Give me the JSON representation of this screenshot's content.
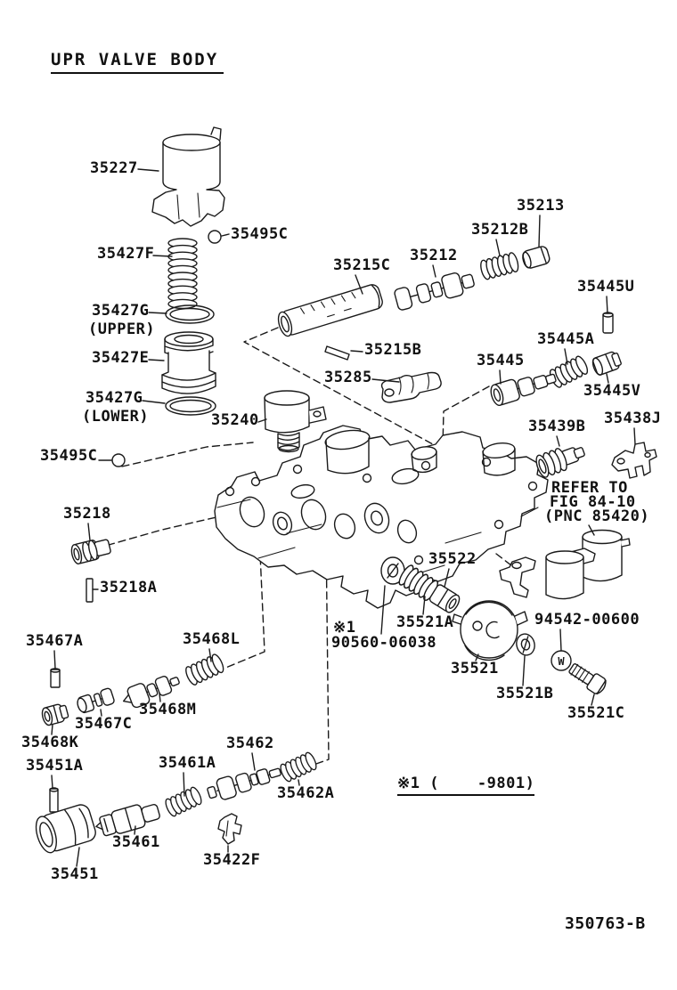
{
  "title": "UPR VALVE BODY",
  "drawing_number": "350763-B",
  "colors": {
    "ink": "#1a1a1a",
    "paper": "#ffffff"
  },
  "note": {
    "mark": "※1",
    "part": "90560-06038",
    "range": "※1 (    -9801)"
  },
  "refer": {
    "line1": "REFER TO",
    "line2": "FIG 84-10",
    "line3": "(PNC 85420)"
  },
  "washer_symbol": "W",
  "labels": {
    "p35227": "35227",
    "p35495c_top": "35495C",
    "p35427f": "35427F",
    "p35427g_upper": "35427G",
    "q_upper": "(UPPER)",
    "p35427e": "35427E",
    "p35427g_lower": "35427G",
    "q_lower": "(LOWER)",
    "p35240": "35240",
    "p35215c": "35215C",
    "p35215b": "35215B",
    "p35285": "35285",
    "p35212": "35212",
    "p35212b": "35212B",
    "p35213": "35213",
    "p35445u": "35445U",
    "p35445a": "35445A",
    "p35445": "35445",
    "p35445v": "35445V",
    "p35439b": "35439B",
    "p35438j": "35438J",
    "p35495c_left": "35495C",
    "p35218": "35218",
    "p35218a": "35218A",
    "p35522": "35522",
    "p35521a": "35521A",
    "p35521": "35521",
    "p35521b": "35521B",
    "p94542": "94542-00600",
    "p35521c": "35521C",
    "p35467a": "35467A",
    "p35468l": "35468L",
    "p35468m": "35468M",
    "p35467c": "35467C",
    "p35468k": "35468K",
    "p35451a": "35451A",
    "p35461a": "35461A",
    "p35462": "35462",
    "p35462a": "35462A",
    "p35461": "35461",
    "p35451": "35451",
    "p35422f": "35422F"
  }
}
